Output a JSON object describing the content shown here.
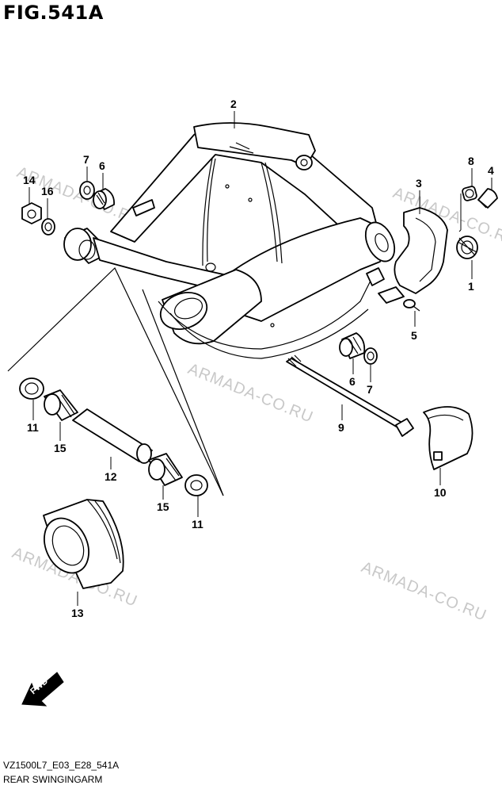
{
  "figure_title": "FIG.541A",
  "footer": {
    "code": "VZ1500L7_E03_E28_541A",
    "name": "REAR SWINGINGARM"
  },
  "watermark": "ARMADA-CO.RU",
  "fwd_label": "FWD",
  "callouts": {
    "c1": "1",
    "c2": "2",
    "c3": "3",
    "c4": "4",
    "c5": "5",
    "c6a": "6",
    "c6b": "6",
    "c7a": "7",
    "c7b": "7",
    "c8": "8",
    "c9": "9",
    "c10": "10",
    "c11a": "11",
    "c11b": "11",
    "c12": "12",
    "c13": "13",
    "c14": "14",
    "c15a": "15",
    "c15b": "15",
    "c16": "16"
  }
}
